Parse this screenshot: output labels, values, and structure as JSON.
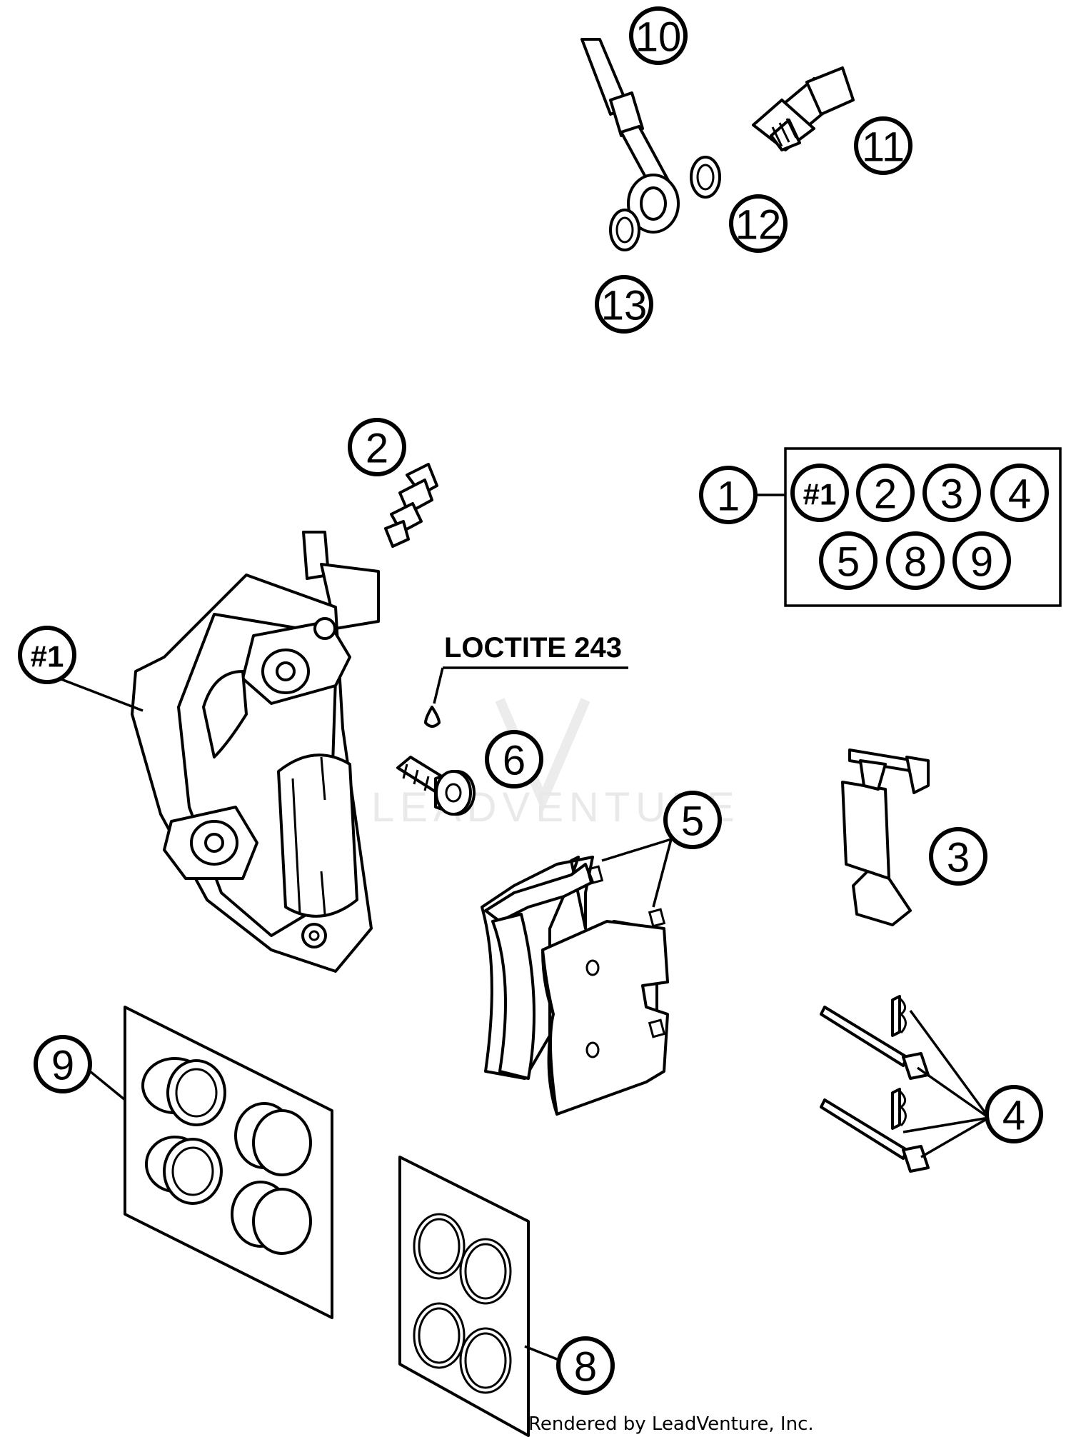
{
  "callouts": {
    "c1": "1",
    "c2": "2",
    "c3": "3",
    "c4": "4",
    "c5": "5",
    "c6": "6",
    "c8": "8",
    "c9": "9",
    "c10": "10",
    "c11": "11",
    "c12": "12",
    "c13": "13",
    "c_caliper": "#1"
  },
  "kit": {
    "items": [
      "#1",
      "2",
      "3",
      "4",
      "5",
      "8",
      "9"
    ]
  },
  "note": {
    "loctite": "LOCTITE 243"
  },
  "watermark": {
    "text": "LEADVENTURE"
  },
  "footer": {
    "rendered_by": "Rendered by LeadVenture, Inc."
  }
}
